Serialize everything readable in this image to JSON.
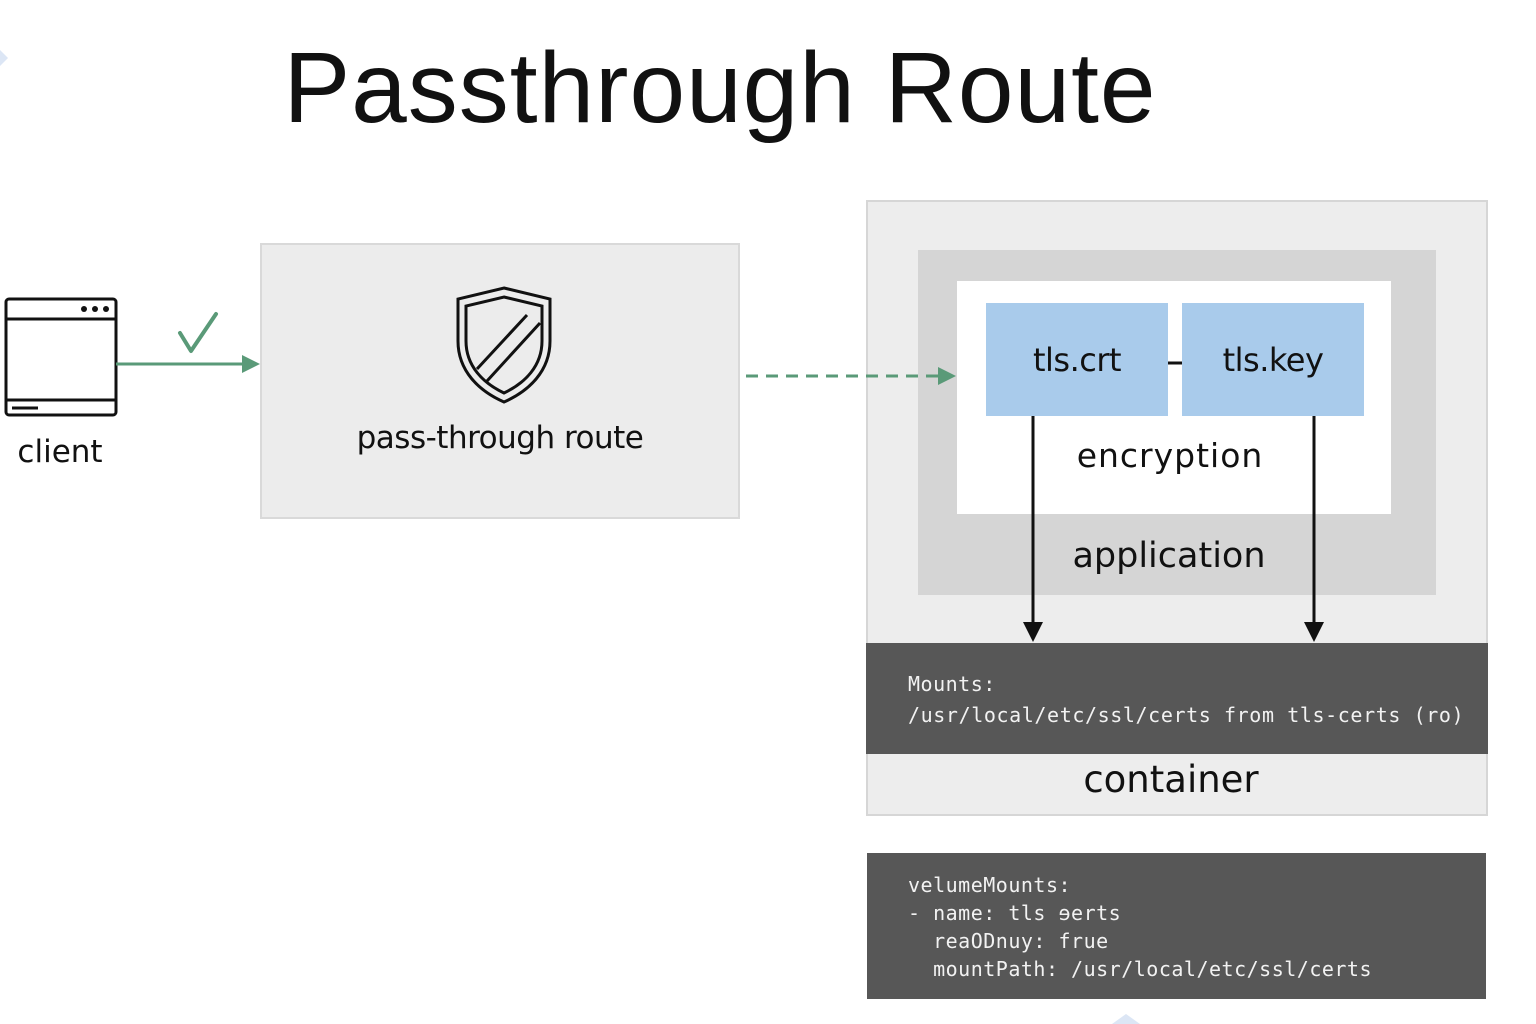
{
  "title": "Passthrough Route",
  "client": {
    "label": "client",
    "icon": "browser-window-icon"
  },
  "route": {
    "label": "pass-through route",
    "icon": "shield-icon"
  },
  "status": {
    "icon": "checkmark-icon"
  },
  "encryption": {
    "label": "encryption",
    "certificate": "tls.crt",
    "key": "tls.key"
  },
  "application": {
    "label": "application"
  },
  "container": {
    "label": "container",
    "mounts_heading": "Mounts:",
    "mounts_path": "/usr/local/etc/ssl/certs from tls-certs (ro)"
  },
  "volume_mounts": {
    "code": "velumeMounts:\n- name: tls ɘerts\n  reaODnuy: frue\n  mountPath: /usr/local/etc/ssl/certs"
  },
  "colors": {
    "accent_green": "#5a9a78",
    "cert_blue": "#a9cbeb",
    "code_panel": "#575757",
    "application_gray": "#d5d5d5",
    "container_gray": "#ededed"
  }
}
